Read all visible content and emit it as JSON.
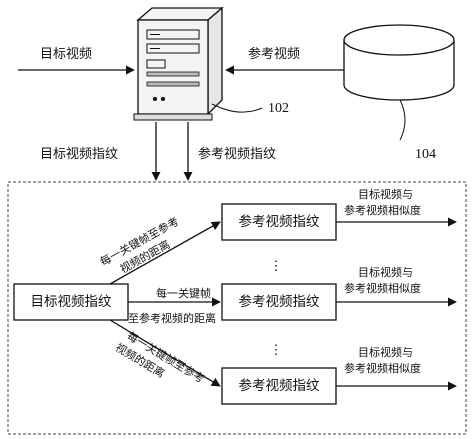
{
  "labels": {
    "target_video": "目标视频",
    "reference_video": "参考视频",
    "server_number": "102",
    "database_number": "104",
    "target_fingerprint_flow": "目标视频指纹",
    "reference_fingerprint_flow": "参考视频指纹"
  },
  "inner": {
    "target_fingerprint_box": "目标视频指纹",
    "reference_fingerprint_box": "参考视频指纹",
    "ellipsis": "⋮",
    "distance_label_line1": "每一关键帧至参考",
    "distance_label_line2": "视频的距离",
    "distance_mid_line1": "每一关键帧",
    "distance_mid_line2": "至参考视频的距离",
    "similarity_line1": "目标视频与",
    "similarity_line2": "参考视频相似度"
  },
  "colors": {
    "stroke": "#111111",
    "dashed_border": "#444444",
    "server_fill": "#f4f4f4"
  }
}
